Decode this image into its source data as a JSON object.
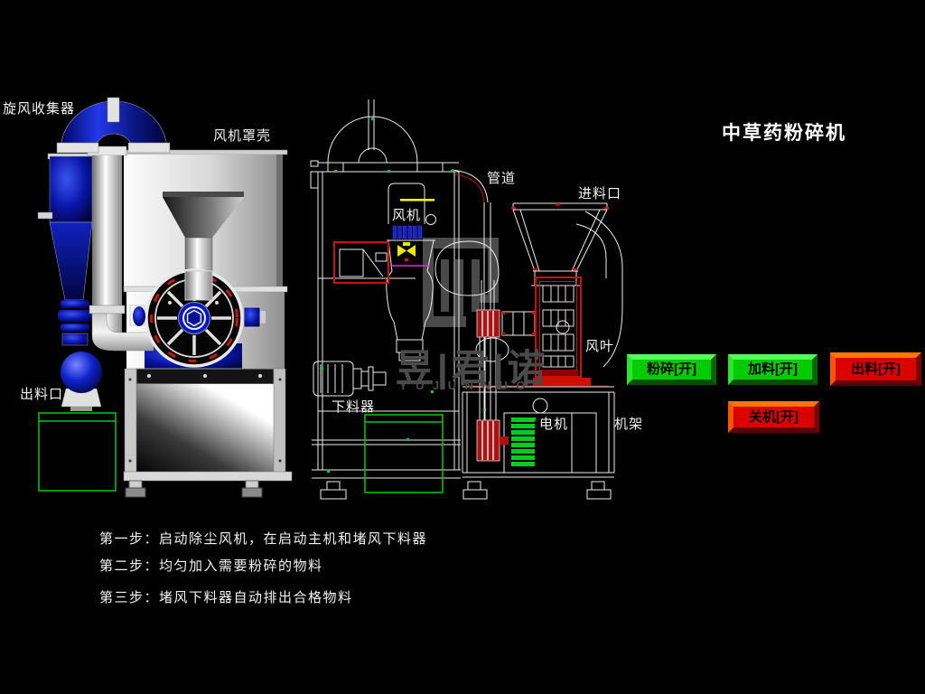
{
  "title": "中草药粉碎机",
  "labels": {
    "cyclone_collector": "旋风收集器",
    "fan_housing": "风机罩壳",
    "duct": "管道",
    "feed_inlet": "进料口",
    "fan": "风机",
    "fan_blade": "风叶",
    "discharger": "下料器",
    "motor": "电机",
    "frame": "机架",
    "discharge_outlet": "出料口"
  },
  "buttons": {
    "crush": "粉碎[开]",
    "feed": "加料[开]",
    "discharge": "出料[开]",
    "shutdown": "关机[开]"
  },
  "steps": [
    "第一步：启动除尘风机，在启动主机和堵风下料器",
    "第二步：均匀加入需要粉碎的物料",
    "第三步：堵风下料器自动排出合格物料"
  ],
  "watermark": {
    "cn": "昱|君|诺",
    "en": "YUJUNNUO"
  },
  "colors": {
    "button_green": "#00CC00",
    "button_red": "#DD0000",
    "machine_blue": "#1122CC",
    "cad_line": "#EDEDED",
    "cad_red": "#CC1100",
    "cad_green_rect": "#00CC00",
    "background": "#000000"
  }
}
